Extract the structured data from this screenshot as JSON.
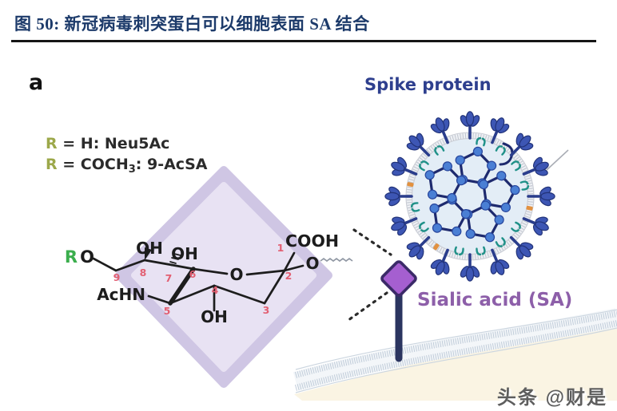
{
  "header": {
    "title": "图 50: 新冠病毒刺突蛋白可以细胞表面 SA 结合"
  },
  "figure": {
    "panel_label": "a",
    "legend": {
      "line1_r": "R",
      "line1_rest": " = H: Neu5Ac",
      "line2_r": "R",
      "line2_pre": " = COCH",
      "line2_sub": "3",
      "line2_post": ": 9-AcSA"
    },
    "molecule": {
      "r_label": "R",
      "r_oxygen": "O",
      "oh_c8": "OH",
      "oh_c7": "OH",
      "cooh": "COOH",
      "ring_oxygen": "O",
      "glycosidic_oxygen": "O",
      "achn": "AcHN",
      "oh_c4": "OH",
      "numbers": [
        "1",
        "2",
        "3",
        "4",
        "5",
        "6",
        "7",
        "8",
        "9"
      ]
    },
    "virus": {
      "spike_label": "Spike protein"
    },
    "receptor": {
      "label": "Sialic acid (SA)"
    },
    "colors": {
      "title_navy": "#1c3a6a",
      "spike_label_blue": "#2e3f8e",
      "spike_fill": "#3d56b4",
      "spike_outline": "#223379",
      "membrane_protein_teal": "#1f9188",
      "envelope_protein_orange": "#e2913f",
      "rna_strand_navy": "#1e2a6e",
      "rna_dot_blue": "#4a7fd4",
      "virus_interior": "#e3edf6",
      "diamond_border_lavender": "#cfc6e4",
      "diamond_fill_lavender": "#e8e2f3",
      "receptor_purple": "#a55fd0",
      "receptor_outline": "#3b2a68",
      "sialic_label_purple": "#8d5fa9",
      "legend_r_olive": "#9ca84a",
      "molecule_r_green": "#3bae4d",
      "carbon_number_pink": "#e25f72",
      "cytoplasm_cream": "#faf4e3",
      "stalk_navy": "#2b3560"
    }
  },
  "watermark": {
    "text": "头条 @财是"
  }
}
